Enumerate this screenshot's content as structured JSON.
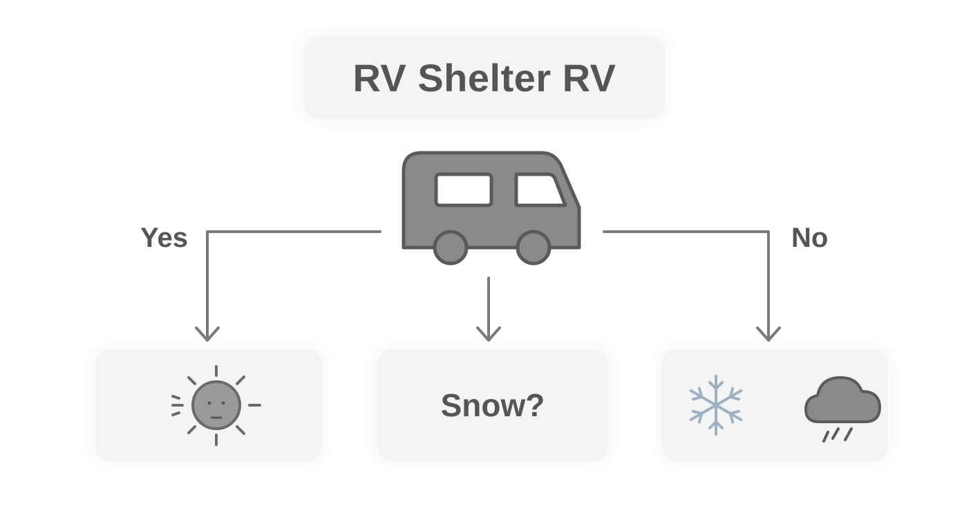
{
  "diagram": {
    "title": "RV Shelter RV",
    "branches": {
      "left": {
        "label": "Yes",
        "outcome_icon": "sun-icon"
      },
      "middle": {
        "label": "Snow?"
      },
      "right": {
        "label": "No",
        "outcome_icons": [
          "snowflake-icon",
          "rain-cloud-icon"
        ]
      }
    },
    "central_icon": "rv-icon"
  },
  "colors": {
    "stroke": "#7a7a7a",
    "icon_fill": "#8a8a8a",
    "icon_dark": "#5a5a5a",
    "box_bg": "#f4f4f4",
    "snowflake": "#9fb0c2",
    "text": "#555555"
  }
}
